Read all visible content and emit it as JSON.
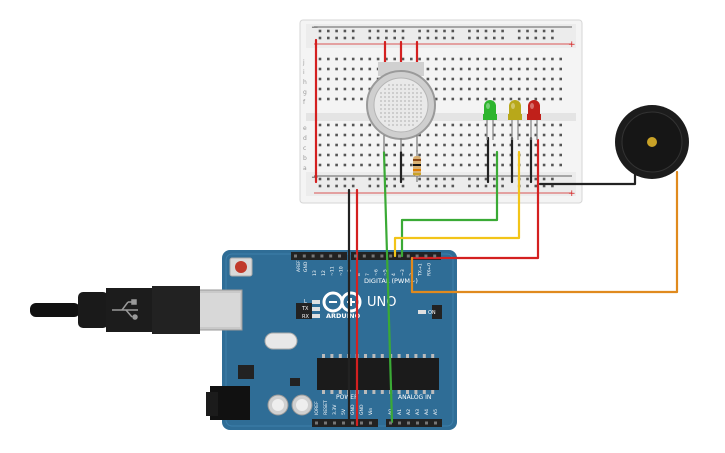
{
  "board": {
    "logo": "ARDUINO",
    "model": "UNO",
    "digital_label": "DIGITAL (PWM~)",
    "power_label": "POWER",
    "analog_label": "ANALOG IN",
    "tx_label": "TX",
    "rx_label": "RX",
    "l_label": "L",
    "on_label": "ON",
    "aref_label": "AREF",
    "gnd_label": "GND",
    "digital_pins": [
      "13",
      "12",
      "~11",
      "~10",
      "~9",
      "8",
      "7",
      "~6",
      "~5",
      "4",
      "~3",
      "2",
      "TX→1",
      "RX←0"
    ],
    "power_pins": [
      "IOREF",
      "RESET",
      "3.3V",
      "5V",
      "GND",
      "GND",
      "Vin"
    ],
    "analog_pins": [
      "A0",
      "A1",
      "A2",
      "A3",
      "A4",
      "A5"
    ]
  },
  "breadboard": {
    "row_letters_top": [
      "j",
      "i",
      "h",
      "g",
      "f"
    ],
    "row_letters_bottom": [
      "e",
      "d",
      "c",
      "b",
      "a"
    ],
    "rail_plus": "+",
    "rail_minus": "−"
  },
  "leds": [
    {
      "color": "green",
      "hex": "#2db52d"
    },
    {
      "color": "yellow",
      "hex": "#b8a81a"
    },
    {
      "color": "red",
      "hex": "#c0201a"
    }
  ],
  "colors": {
    "wire_red": "#d42020",
    "wire_black": "#222222",
    "wire_green": "#3aaa35",
    "wire_yellow": "#f2c418",
    "wire_orange": "#e08a1e",
    "board_blue": "#2f6d96",
    "breadboard": "#f2f2f2"
  }
}
